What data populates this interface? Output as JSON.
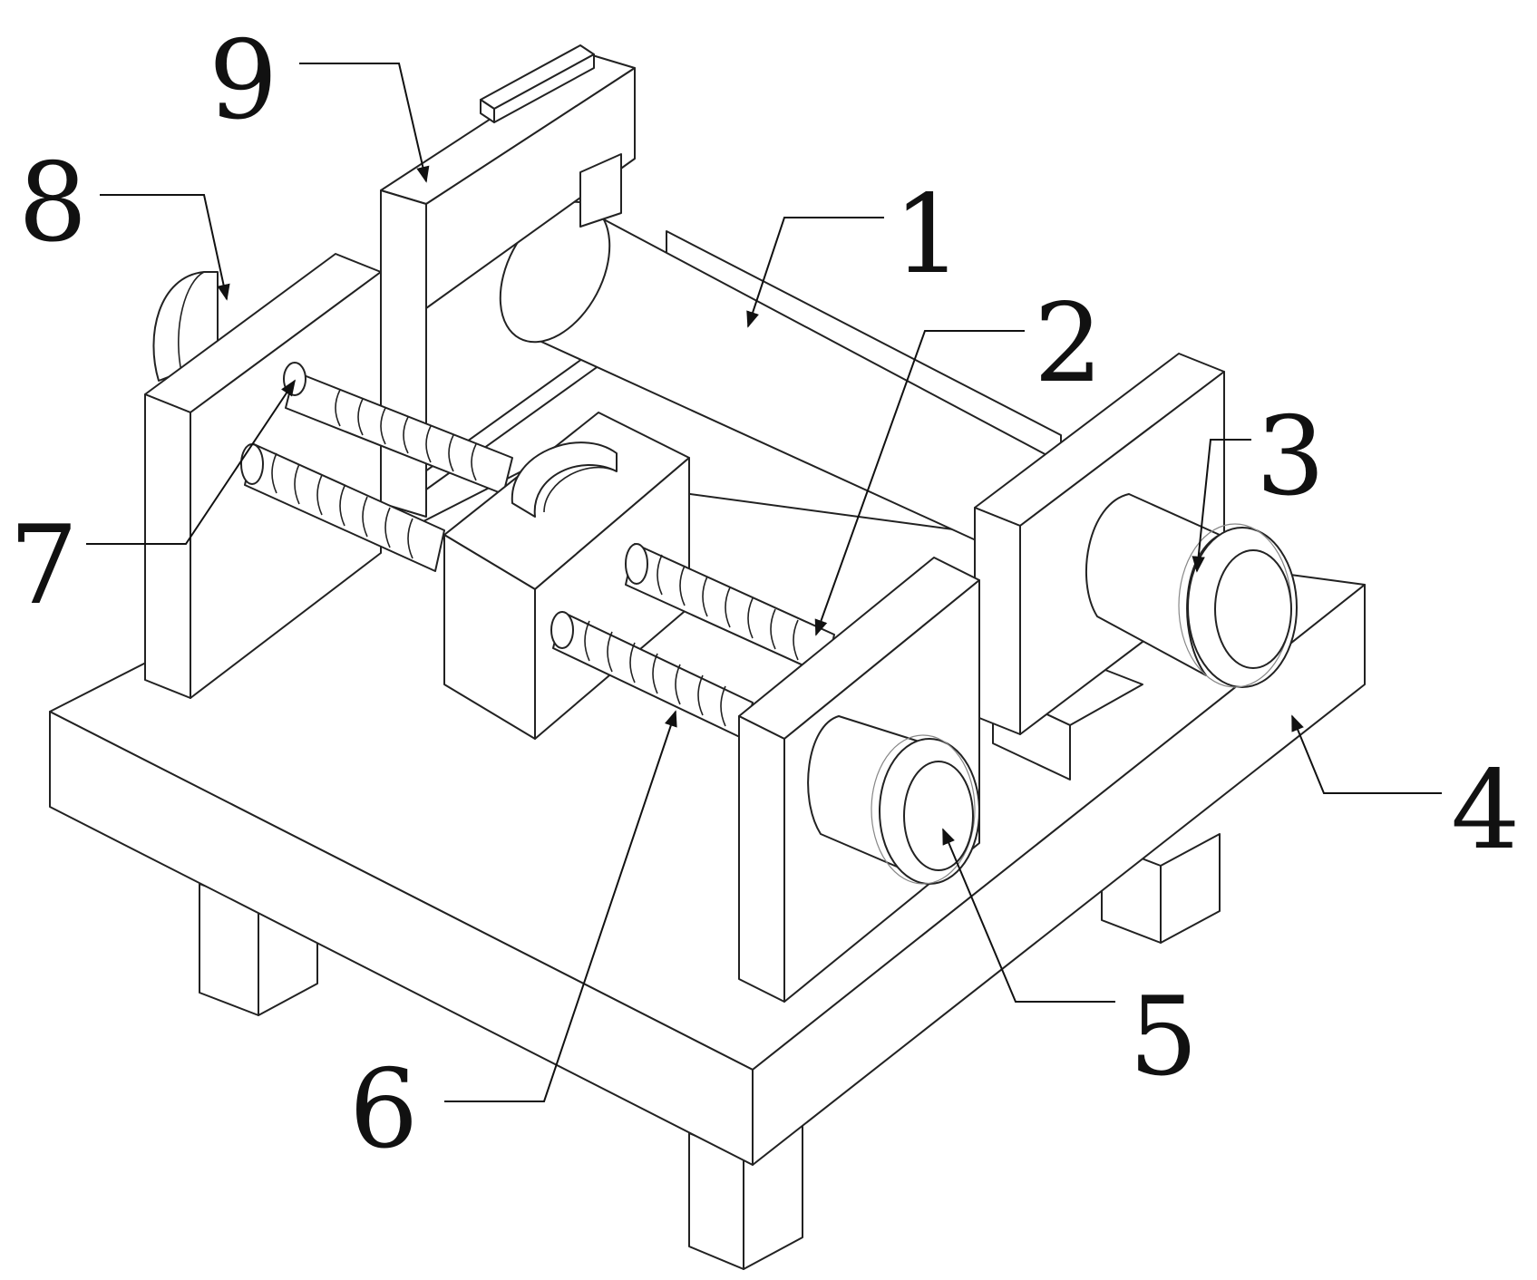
{
  "callouts": [
    {
      "id": "1",
      "text": "1"
    },
    {
      "id": "2",
      "text": "2"
    },
    {
      "id": "3",
      "text": "3"
    },
    {
      "id": "4",
      "text": "4"
    },
    {
      "id": "5",
      "text": "5"
    },
    {
      "id": "6",
      "text": "6"
    },
    {
      "id": "7",
      "text": "7"
    },
    {
      "id": "8",
      "text": "8"
    },
    {
      "id": "9",
      "text": "9"
    }
  ],
  "colors": {
    "line": "#222222",
    "background": "#ffffff"
  }
}
